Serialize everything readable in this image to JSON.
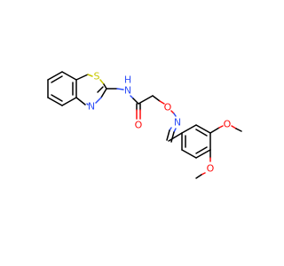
{
  "colors": {
    "carbon": "#000000",
    "oxygen": "#ff0d0d",
    "nitrogen": "#3050f8",
    "sulfur": "#c8c800",
    "background": "#ffffff"
  },
  "atoms": {
    "thiazole_s": "S",
    "thiazole_n": "N",
    "amide_n": "N",
    "amide_h": "H",
    "carbonyl_o": "O",
    "ether_o": "O",
    "oxime_n": "N",
    "methoxy_o_4": "O",
    "methoxy_o_3": "O"
  }
}
